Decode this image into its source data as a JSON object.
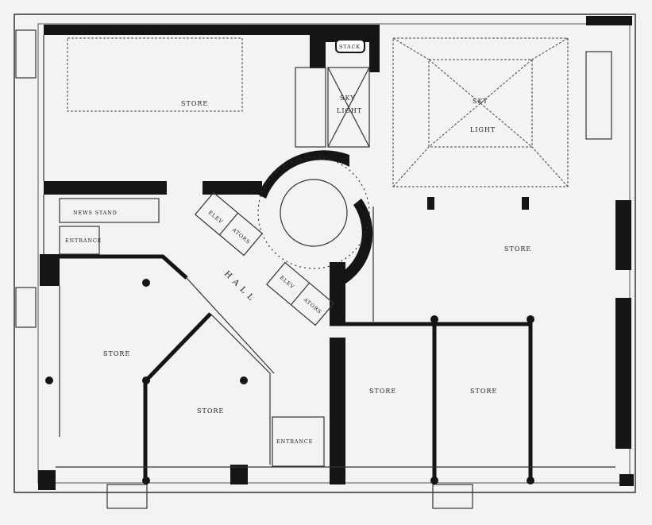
{
  "title": "Ground floor plan",
  "labels": {
    "store_top": "STORE",
    "stack": "STACK",
    "sky_light_small_1": "SKY",
    "sky_light_small_2": "LIGHT",
    "sky_light_large_1": "SKY",
    "sky_light_large_2": "LIGHT",
    "news_stand": "NEWS STAND",
    "entrance_left": "ENTRANCE",
    "elevators_1a": "ELEV",
    "elevators_1b": "ATORS",
    "elevators_2a": "ELEV",
    "elevators_2b": "ATORS",
    "hall": "HALL",
    "store_right": "STORE",
    "store_left": "STORE",
    "store_center": "STORE",
    "store_bottom_1": "STORE",
    "store_bottom_2": "STORE",
    "entrance_bottom": "ENTRANCE"
  },
  "colors": {
    "ink": "#151515",
    "paper": "#f3f3f1"
  }
}
